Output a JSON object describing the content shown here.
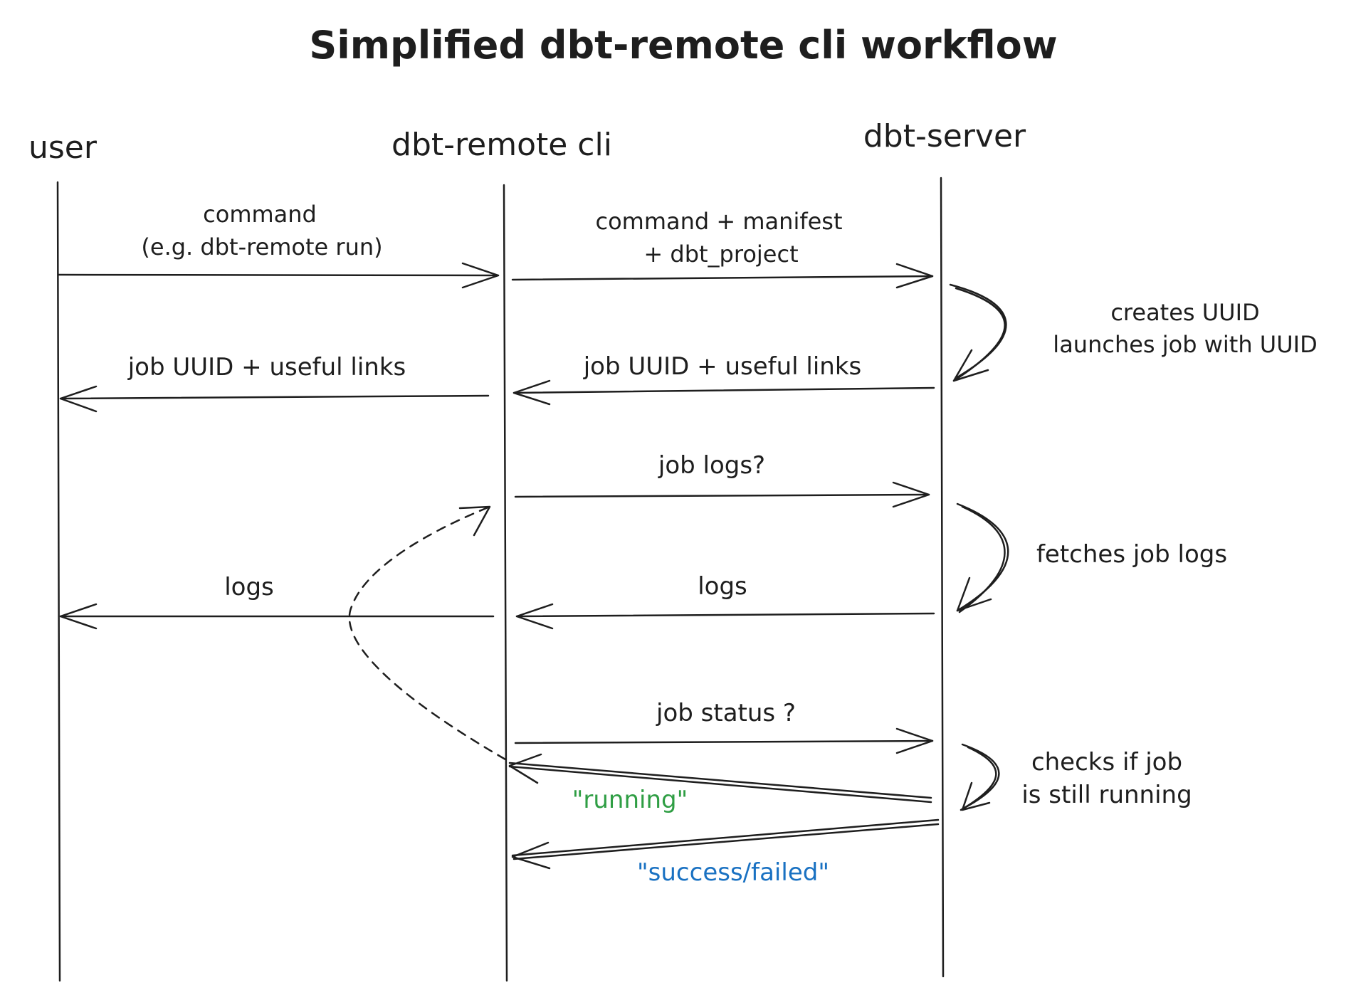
{
  "title": "Simplified dbt-remote cli workflow",
  "actors": {
    "user": "user",
    "cli": "dbt-remote cli",
    "server": "dbt-server"
  },
  "messages": {
    "command_l1": "command",
    "command_l2": "(e.g. dbt-remote run)",
    "cmd_manifest_l1": "command + manifest",
    "cmd_manifest_l2": "+ dbt_project",
    "server_uuid_l1": "creates UUID",
    "server_uuid_l2": "launches job with UUID",
    "uuid_to_cli": "job UUID + useful links",
    "uuid_to_user": "job UUID + useful links",
    "job_logs_q": "job logs?",
    "fetches_logs": "fetches job logs",
    "logs_to_cli": "logs",
    "logs_to_user": "logs",
    "job_status_q": "job status ?",
    "checks_l1": "checks if job",
    "checks_l2": "is still running",
    "running": "\"running\"",
    "success_failed": "\"success/failed\""
  },
  "colors": {
    "ink": "#1e1e1e",
    "running": "#2f9e44",
    "success_failed": "#1971c2"
  }
}
